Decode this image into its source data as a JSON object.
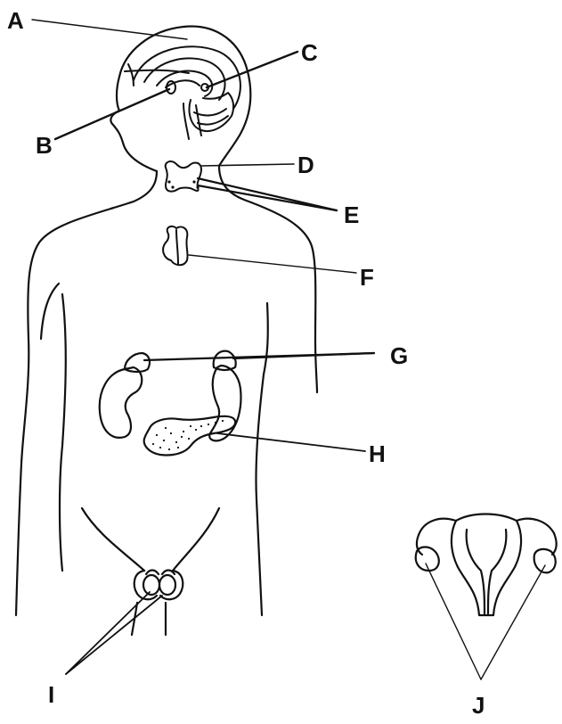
{
  "diagram": {
    "labels": {
      "A": "A",
      "B": "B",
      "C": "C",
      "D": "D",
      "E": "E",
      "F": "F",
      "G": "G",
      "H": "H",
      "I": "I",
      "J": "J"
    }
  }
}
